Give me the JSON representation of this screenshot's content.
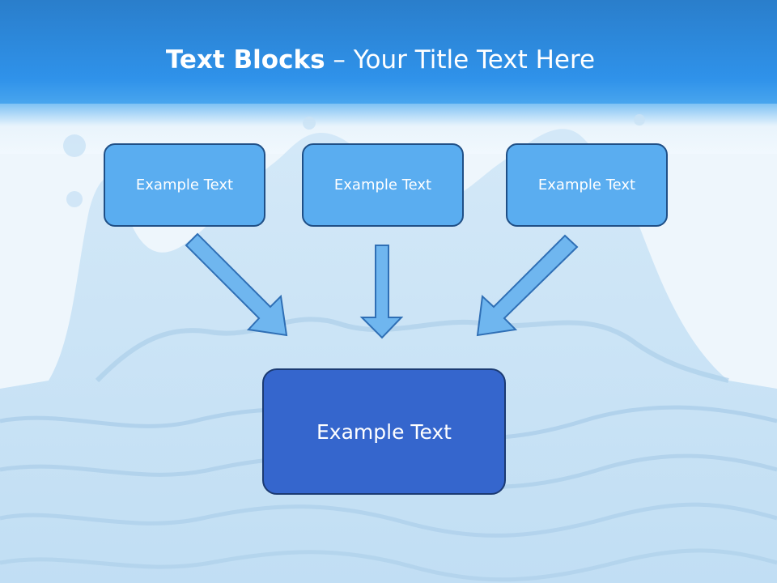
{
  "slide": {
    "title_bold": "Text Blocks",
    "title_rest": " – Your Title Text Here",
    "boxes": [
      {
        "label": "Example Text"
      },
      {
        "label": "Example Text"
      },
      {
        "label": "Example Text"
      }
    ],
    "target_box": {
      "label": "Example Text"
    }
  },
  "colors": {
    "header": "#2d8ee6",
    "box_fill": "#5aadf0",
    "target_fill": "#3566cd",
    "arrow_fill": "#6fb6ef",
    "outline": "#1f4f86"
  }
}
